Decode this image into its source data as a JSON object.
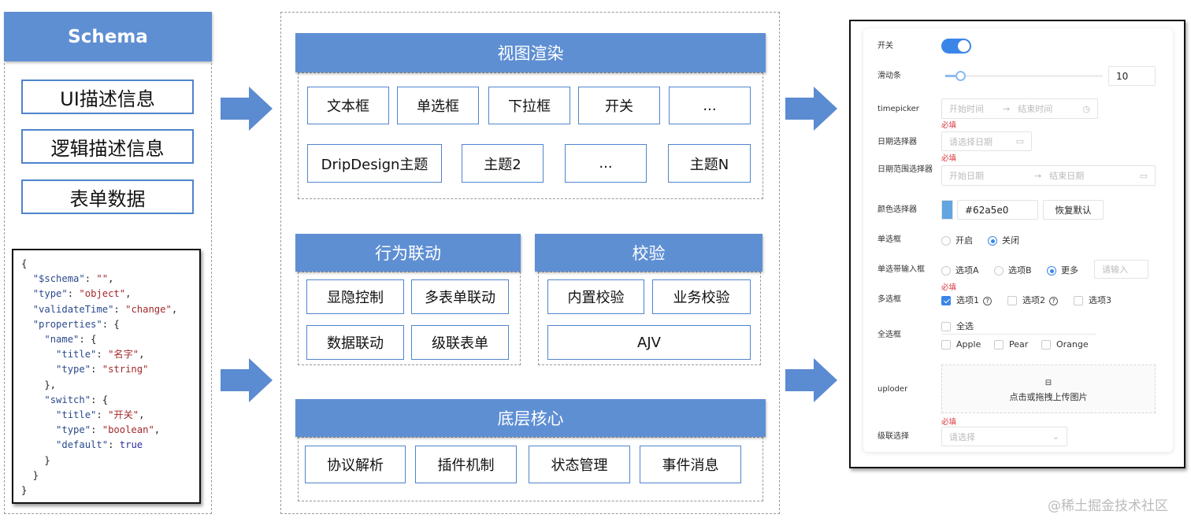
{
  "schema": {
    "title": "Schema",
    "items": [
      "UI描述信息",
      "逻辑描述信息",
      "表单数据"
    ],
    "code_lines": [
      [
        [
          "p",
          "{"
        ]
      ],
      [
        [
          "p",
          "  "
        ],
        [
          "k",
          "\"$schema\""
        ],
        [
          "p",
          ": "
        ],
        [
          "s",
          "\"\""
        ],
        [
          "p",
          ","
        ]
      ],
      [
        [
          "p",
          "  "
        ],
        [
          "k",
          "\"type\""
        ],
        [
          "p",
          ": "
        ],
        [
          "s",
          "\"object\""
        ],
        [
          "p",
          ","
        ]
      ],
      [
        [
          "p",
          "  "
        ],
        [
          "k",
          "\"validateTime\""
        ],
        [
          "p",
          ": "
        ],
        [
          "s",
          "\"change\""
        ],
        [
          "p",
          ","
        ]
      ],
      [
        [
          "p",
          "  "
        ],
        [
          "k",
          "\"properties\""
        ],
        [
          "p",
          ": {"
        ]
      ],
      [
        [
          "p",
          "    "
        ],
        [
          "k",
          "\"name\""
        ],
        [
          "p",
          ": {"
        ]
      ],
      [
        [
          "p",
          "      "
        ],
        [
          "k",
          "\"title\""
        ],
        [
          "p",
          ": "
        ],
        [
          "s",
          "\"名字\""
        ],
        [
          "p",
          ","
        ]
      ],
      [
        [
          "p",
          "      "
        ],
        [
          "k",
          "\"type\""
        ],
        [
          "p",
          ": "
        ],
        [
          "s",
          "\"string\""
        ]
      ],
      [
        [
          "p",
          "    },"
        ]
      ],
      [
        [
          "p",
          "    "
        ],
        [
          "k",
          "\"switch\""
        ],
        [
          "p",
          ": {"
        ]
      ],
      [
        [
          "p",
          "      "
        ],
        [
          "k",
          "\"title\""
        ],
        [
          "p",
          ": "
        ],
        [
          "s",
          "\"开关\""
        ],
        [
          "p",
          ","
        ]
      ],
      [
        [
          "p",
          "      "
        ],
        [
          "k",
          "\"type\""
        ],
        [
          "p",
          ": "
        ],
        [
          "s",
          "\"boolean\""
        ],
        [
          "p",
          ","
        ]
      ],
      [
        [
          "p",
          "      "
        ],
        [
          "k",
          "\"default\""
        ],
        [
          "p",
          ": "
        ],
        [
          "b",
          "true"
        ]
      ],
      [
        [
          "p",
          "    }"
        ]
      ],
      [
        [
          "p",
          "  }"
        ]
      ],
      [
        [
          "p",
          "}"
        ]
      ]
    ]
  },
  "render": {
    "title": "视图渲染",
    "row1": [
      "文本框",
      "单选框",
      "下拉框",
      "开关",
      "..."
    ],
    "row2": [
      "DripDesign主题",
      "主题2",
      "...",
      "主题N"
    ]
  },
  "behavior": {
    "title": "行为联动",
    "items": [
      "显隐控制",
      "多表单联动",
      "数据联动",
      "级联表单"
    ]
  },
  "validate": {
    "title": "校验",
    "items": [
      "内置校验",
      "业务校验",
      "AJV"
    ]
  },
  "core": {
    "title": "底层核心",
    "items": [
      "协议解析",
      "插件机制",
      "状态管理",
      "事件消息"
    ]
  },
  "form": {
    "switch_label": "开关",
    "switch_on": true,
    "slider_label": "滑动条",
    "slider_value": "10",
    "timepicker_label": "timepicker",
    "time_start": "开始时间",
    "time_end": "结束时间",
    "required": "必填",
    "date_label": "日期选择器",
    "date_placeholder": "请选择日期",
    "range_label": "日期范围选择器",
    "range_start": "开始日期",
    "range_end": "结束日期",
    "color_label": "颜色选择器",
    "color_value": "#62a5e0",
    "color_reset": "恢复默认",
    "radio_label": "单选框",
    "radio_options": [
      "开启",
      "关闭"
    ],
    "radio_selected": "关闭",
    "radio_input_label": "单选带输入框",
    "radio_input_options": [
      "选项A",
      "选项B",
      "更多"
    ],
    "radio_input_selected": "更多",
    "radio_input_placeholder": "请输入",
    "checkbox_label": "多选框",
    "checkbox_options": [
      "选项1",
      "选项2",
      "选项3"
    ],
    "checkbox_checked": [
      "选项1"
    ],
    "checkall_label": "全选框",
    "checkall_text": "全选",
    "checkall_options": [
      "Apple",
      "Pear",
      "Orange"
    ],
    "upload_label": "uploder",
    "upload_text": "点击或拖拽上传图片",
    "cascader_label": "级联选择",
    "cascader_placeholder": "请选择"
  },
  "colors": {
    "header": "#5f8fd3",
    "border": "#4f84cc",
    "arrow": "#5b8bd0",
    "accent": "#3a86e8",
    "required": "#d9363e"
  },
  "watermark": "@稀土掘金技术社区"
}
